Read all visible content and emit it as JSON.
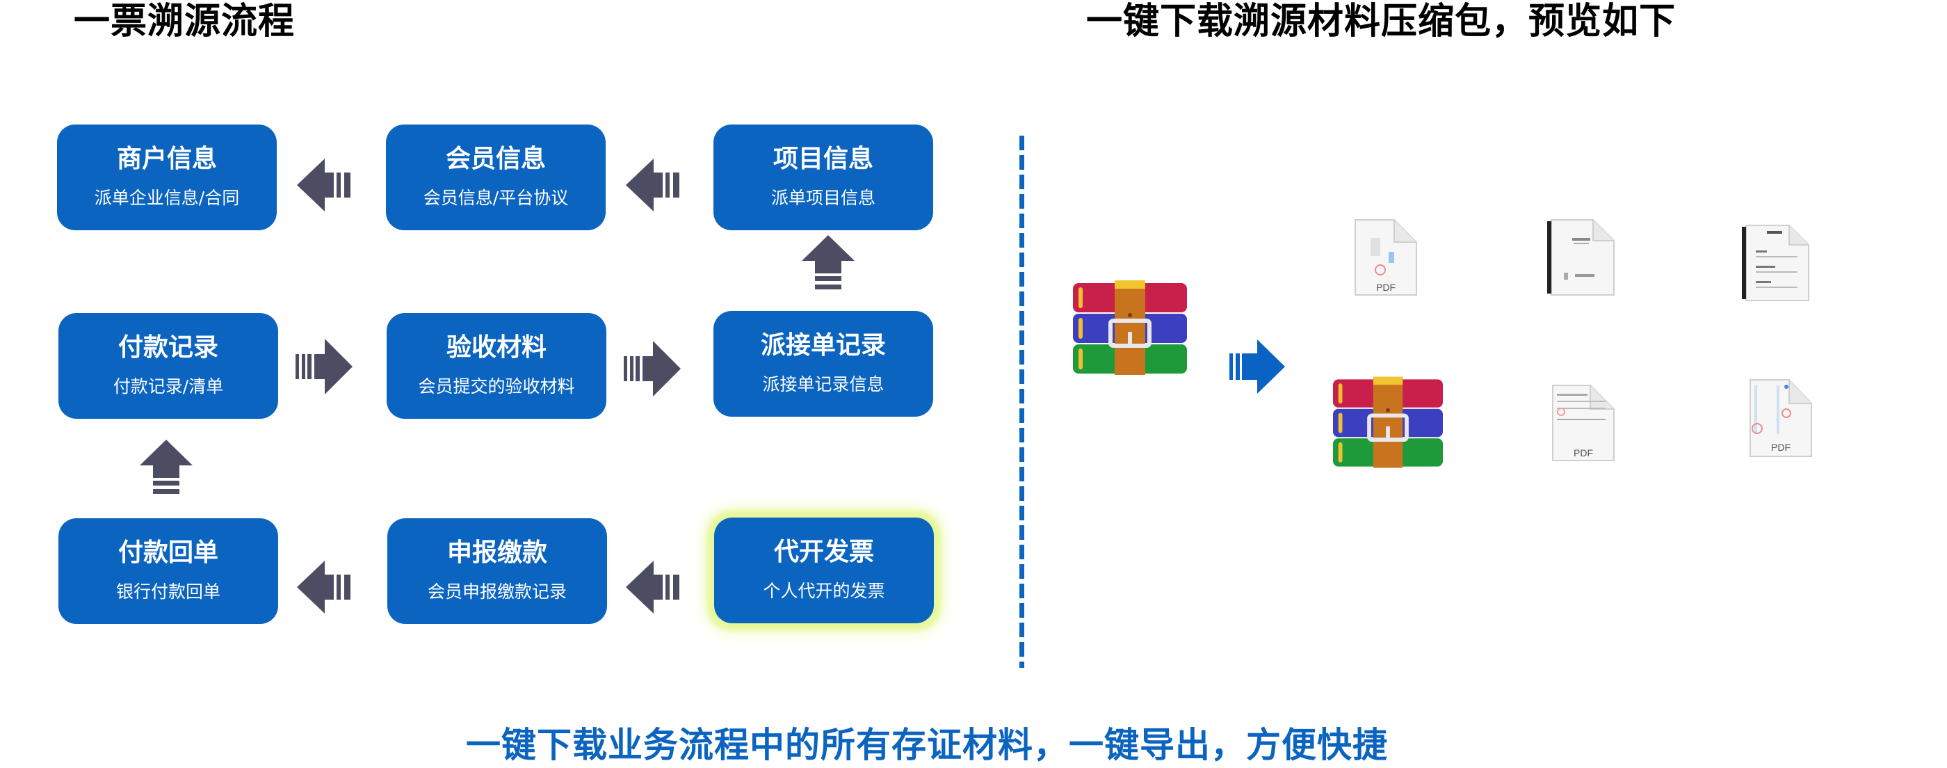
{
  "titles": {
    "left": "一票溯源流程",
    "right": "一键下载溯源材料压缩包，预览如下"
  },
  "flow": {
    "steps": [
      {
        "id": "merchant-info",
        "title": "商户信息",
        "subtitle": "派单企业信息/合同"
      },
      {
        "id": "member-info",
        "title": "会员信息",
        "subtitle": "会员信息/平台协议"
      },
      {
        "id": "project-info",
        "title": "项目信息",
        "subtitle": "派单项目信息"
      },
      {
        "id": "payment-record",
        "title": "付款记录",
        "subtitle": "付款记录/清单"
      },
      {
        "id": "acceptance-material",
        "title": "验收材料",
        "subtitle": "会员提交的验收材料"
      },
      {
        "id": "dispatch-record",
        "title": "派接单记录",
        "subtitle": "派接单记录信息"
      },
      {
        "id": "payment-receipt",
        "title": "付款回单",
        "subtitle": "银行付款回单"
      },
      {
        "id": "tax-declaration",
        "title": "申报缴款",
        "subtitle": "会员申报缴款记录"
      },
      {
        "id": "proxy-invoice",
        "title": "代开发票",
        "subtitle": "个人代开的发票",
        "highlighted": true
      }
    ],
    "arrows": [
      {
        "from": "member-info",
        "to": "merchant-info",
        "direction": "left"
      },
      {
        "from": "project-info",
        "to": "member-info",
        "direction": "left"
      },
      {
        "from": "dispatch-record",
        "to": "project-info",
        "direction": "up"
      },
      {
        "from": "payment-record",
        "to": "acceptance-material",
        "direction": "right"
      },
      {
        "from": "acceptance-material",
        "to": "dispatch-record",
        "direction": "right"
      },
      {
        "from": "payment-receipt",
        "to": "payment-record",
        "direction": "up"
      },
      {
        "from": "tax-declaration",
        "to": "payment-receipt",
        "direction": "left"
      },
      {
        "from": "proxy-invoice",
        "to": "tax-declaration",
        "direction": "left"
      }
    ]
  },
  "preview": {
    "archive_icon": "rar-archive-icon",
    "extract_arrow_icon": "arrow-right-icon",
    "files": [
      {
        "type": "pdf-icon",
        "label": "PDF"
      },
      {
        "type": "bound-document-icon",
        "label": ""
      },
      {
        "type": "bound-document-icon",
        "label": ""
      },
      {
        "type": "rar-archive-icon",
        "label": ""
      },
      {
        "type": "pdf-icon",
        "label": "PDF"
      },
      {
        "type": "pdf-icon",
        "label": "PDF"
      }
    ]
  },
  "footer": {
    "text": "一键下载业务流程中的所有存证材料，一键导出，方便快捷"
  },
  "colors": {
    "box_blue": "#0b64c0",
    "arrow_gray": "#4c4d63",
    "highlight_glow": "#e6f89a",
    "accent_blue": "#0a62c4"
  }
}
